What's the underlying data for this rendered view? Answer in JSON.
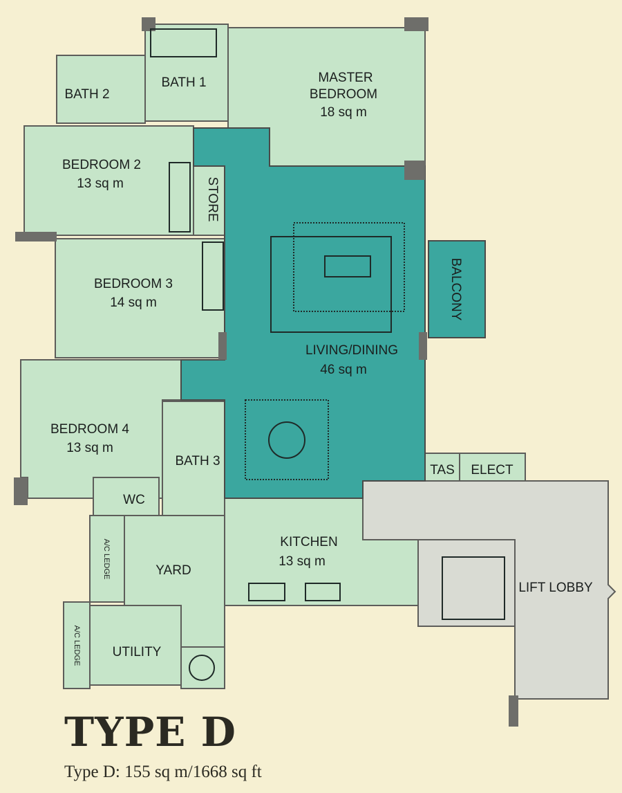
{
  "plan": {
    "rooms": {
      "master_bedroom": {
        "name_line1": "MASTER",
        "name_line2": "BEDROOM",
        "area": "18 sq m"
      },
      "bath1": {
        "name": "BATH 1"
      },
      "bath2": {
        "name": "BATH 2"
      },
      "bedroom2": {
        "name": "BEDROOM 2",
        "area": "13 sq m"
      },
      "store": {
        "name": "STORE"
      },
      "bedroom3": {
        "name": "BEDROOM 3",
        "area": "14 sq m"
      },
      "bedroom4": {
        "name": "BEDROOM 4",
        "area": "13 sq m"
      },
      "bath3": {
        "name": "BATH 3"
      },
      "wc": {
        "name": "WC"
      },
      "living_dining": {
        "name": "LIVING/DINING",
        "area": "46 sq m"
      },
      "balcony": {
        "name": "BALCONY"
      },
      "kitchen": {
        "name": "KITCHEN",
        "area": "13 sq m"
      },
      "yard": {
        "name": "YARD"
      },
      "ac_ledge_1": {
        "name": "A/C LEDGE"
      },
      "ac_ledge_2": {
        "name": "A/C LEDGE"
      },
      "utility": {
        "name": "UTILITY"
      },
      "tas": {
        "name": "TAS"
      },
      "elect": {
        "name": "ELECT"
      },
      "lift_lobby": {
        "name": "LIFT LOBBY"
      }
    },
    "colors": {
      "background": "#f6f0d2",
      "room": "#c6e5c9",
      "living": "#3ba79f",
      "lobby": "#d9dbd3",
      "wall": "#6e6e6a"
    }
  },
  "caption": {
    "title": "TYPE D",
    "subtitle": "Type D: 155 sq m/1668 sq ft"
  }
}
